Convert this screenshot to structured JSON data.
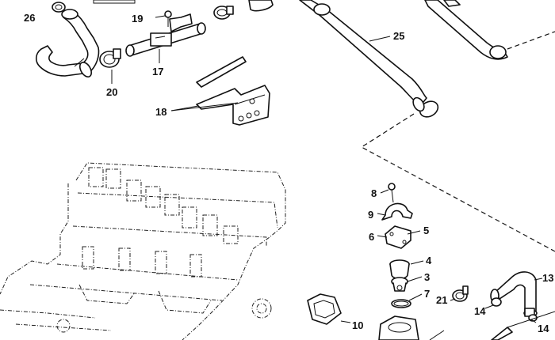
{
  "callouts": [
    {
      "id": "c26",
      "text": "26"
    },
    {
      "id": "c19",
      "text": "19"
    },
    {
      "id": "c17",
      "text": "17"
    },
    {
      "id": "c20",
      "text": "20"
    },
    {
      "id": "c18",
      "text": "18"
    },
    {
      "id": "c25",
      "text": "25"
    },
    {
      "id": "c8",
      "text": "8"
    },
    {
      "id": "c9",
      "text": "9"
    },
    {
      "id": "c6",
      "text": "6"
    },
    {
      "id": "c5",
      "text": "5"
    },
    {
      "id": "c4",
      "text": "4"
    },
    {
      "id": "c3",
      "text": "3"
    },
    {
      "id": "c7",
      "text": "7"
    },
    {
      "id": "c10",
      "text": "10"
    },
    {
      "id": "c21",
      "text": "21"
    },
    {
      "id": "c14a",
      "text": "14"
    },
    {
      "id": "c14b",
      "text": "14"
    },
    {
      "id": "c13",
      "text": "13"
    }
  ]
}
